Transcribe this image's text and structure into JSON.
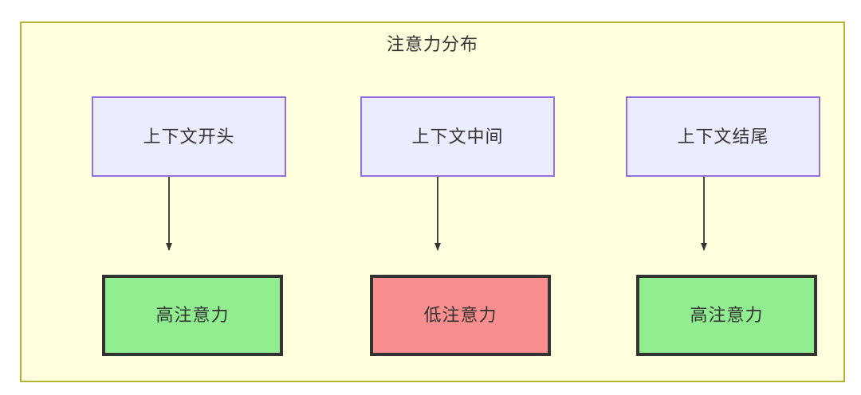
{
  "diagram": {
    "title": "注意力分布",
    "type": "flowchart",
    "direction": "top-to-bottom",
    "container": {
      "fill": "#ffffde",
      "stroke": "#b5b533"
    },
    "columns": [
      {
        "source": {
          "label": "上下文开头",
          "fill": "#ececff",
          "stroke": "#9370db"
        },
        "target": {
          "label": "高注意力",
          "fill": "#90ee90",
          "stroke": "#333333"
        },
        "edge": {
          "label": "",
          "style": "solid-arrow",
          "color": "#333333"
        }
      },
      {
        "source": {
          "label": "上下文中间",
          "fill": "#ececff",
          "stroke": "#9370db"
        },
        "target": {
          "label": "低注意力",
          "fill": "#fa8e8e",
          "stroke": "#333333"
        },
        "edge": {
          "label": "",
          "style": "solid-arrow",
          "color": "#333333"
        }
      },
      {
        "source": {
          "label": "上下文结尾",
          "fill": "#ececff",
          "stroke": "#9370db"
        },
        "target": {
          "label": "高注意力",
          "fill": "#90ee90",
          "stroke": "#333333"
        },
        "edge": {
          "label": "",
          "style": "solid-arrow",
          "color": "#333333"
        }
      }
    ]
  }
}
